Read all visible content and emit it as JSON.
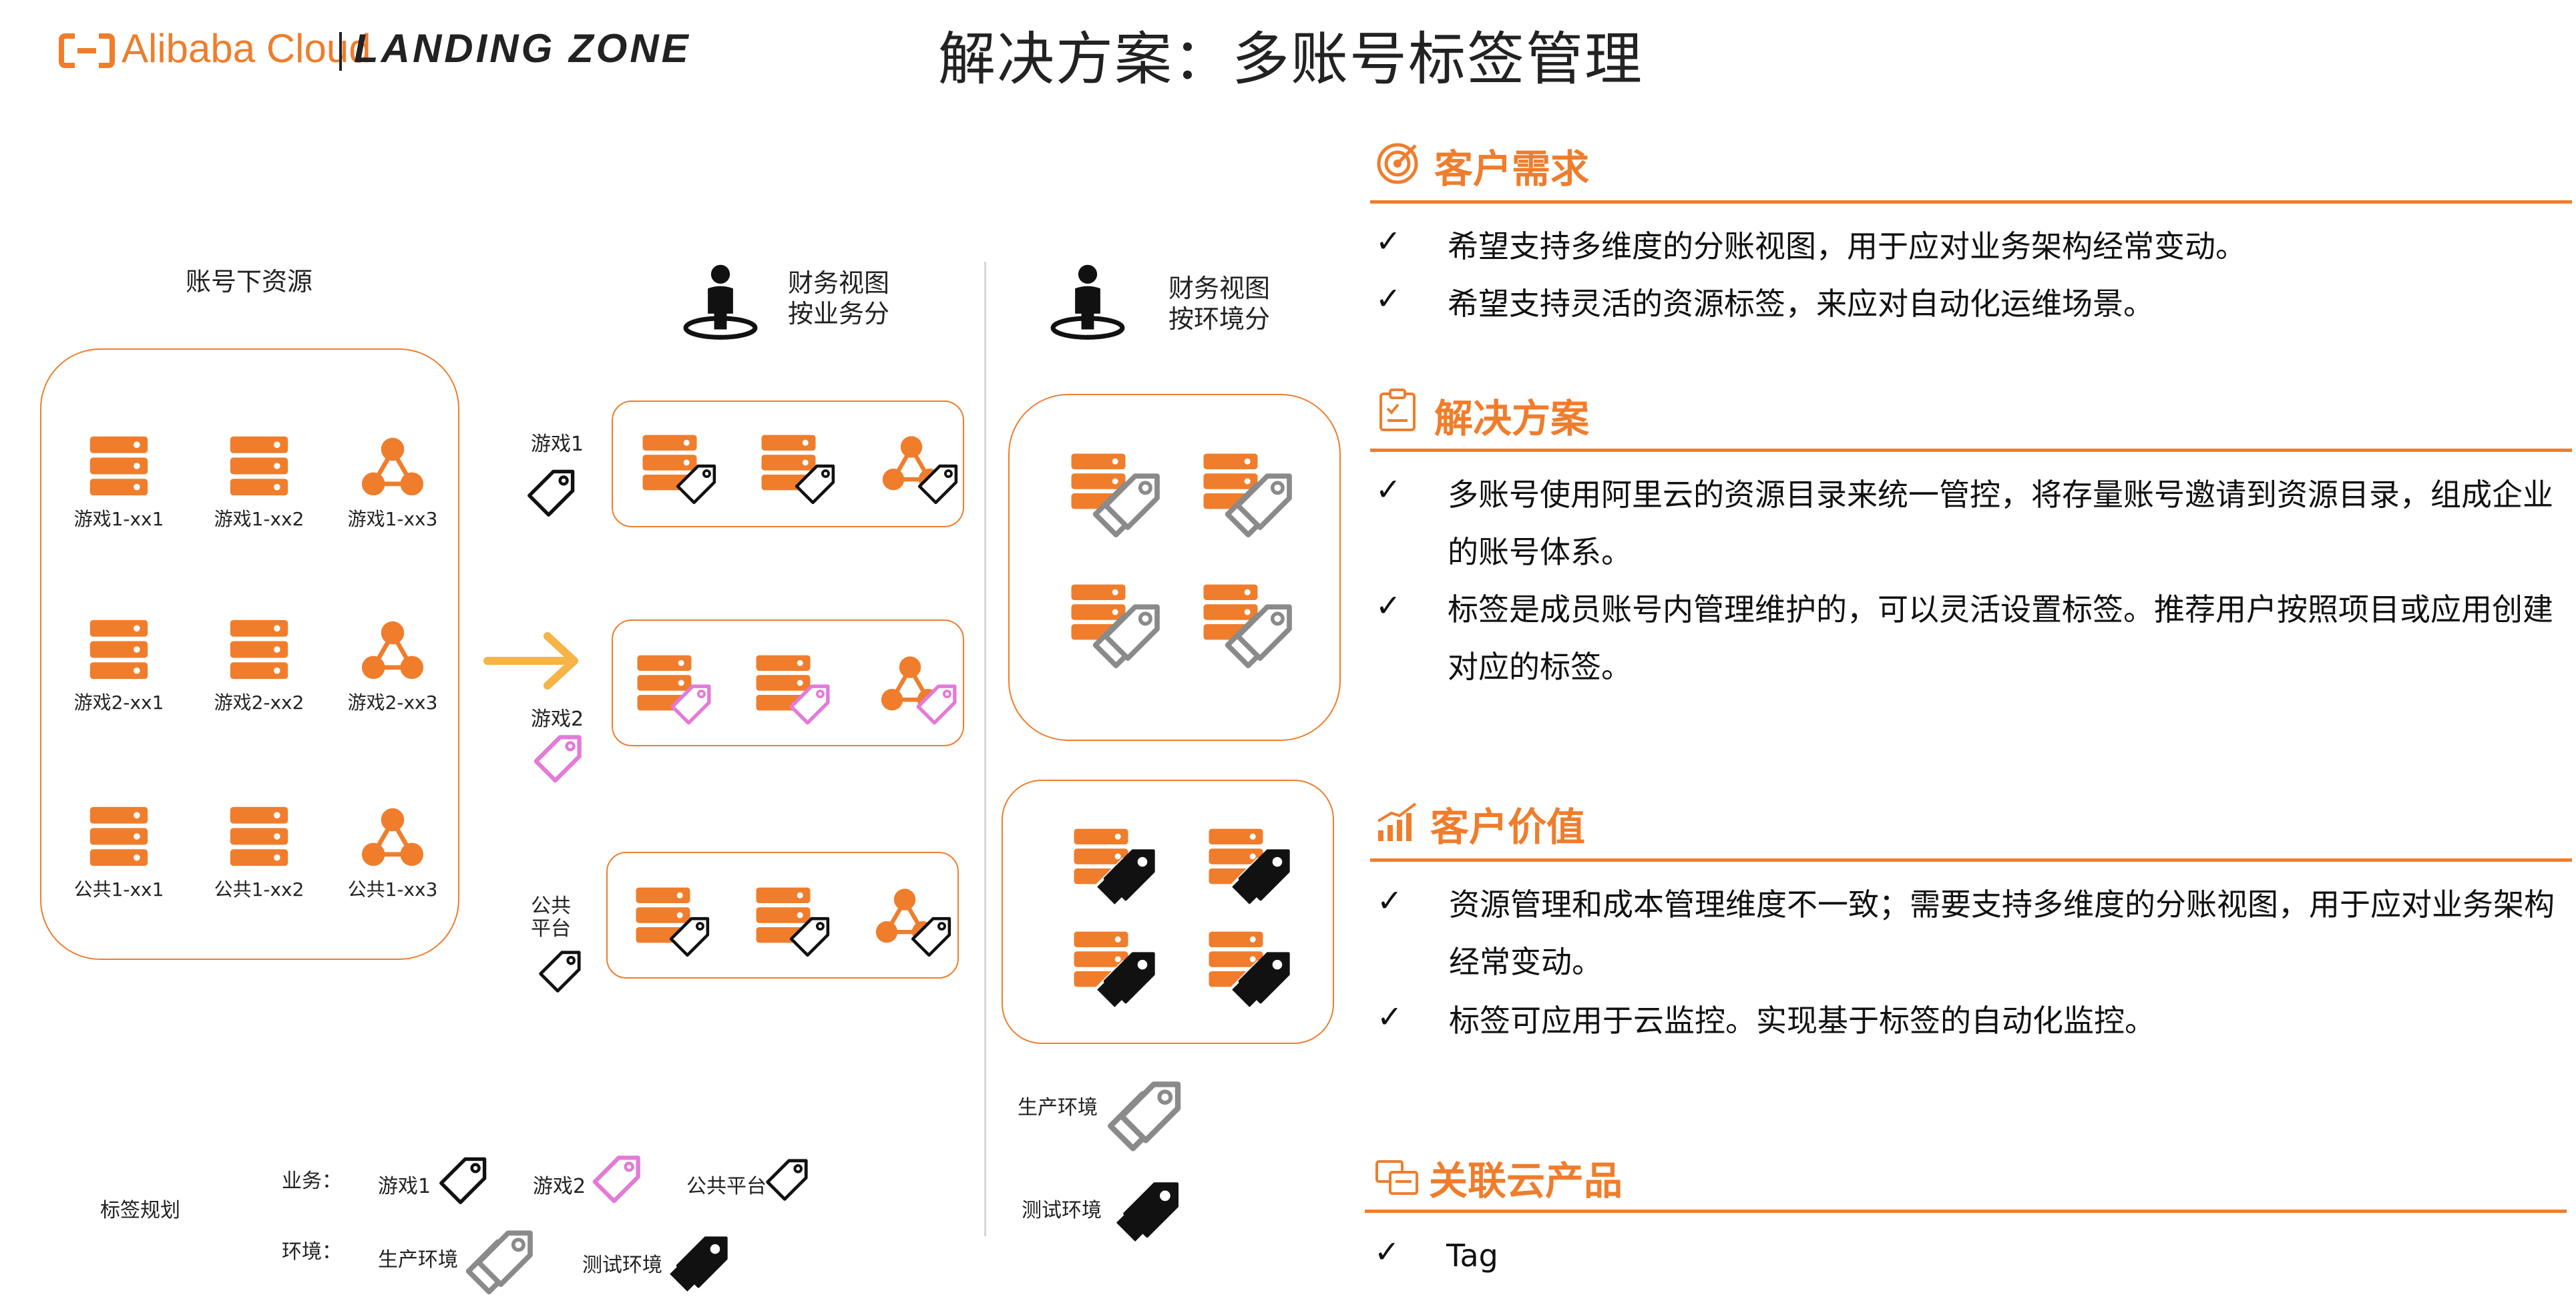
{
  "header": {
    "logo_brand": "Alibaba Cloud",
    "logo_product": "LANDING ZONE",
    "title": "解决方案：多账号标签管理"
  },
  "colors": {
    "accent": "#ef7d2c",
    "tag_pink": "#e37ad8",
    "tag_gray": "#8a8a8a",
    "tag_black": "#111111",
    "arrow": "#f5b445"
  },
  "diagram": {
    "account_resources_title": "账号下资源",
    "accounts": [
      {
        "label": "游戏1-xx1",
        "icon": "server-icon"
      },
      {
        "label": "游戏1-xx2",
        "icon": "server-icon"
      },
      {
        "label": "游戏1-xx3",
        "icon": "network-icon"
      },
      {
        "label": "游戏2-xx1",
        "icon": "server-icon"
      },
      {
        "label": "游戏2-xx2",
        "icon": "server-icon"
      },
      {
        "label": "游戏2-xx3",
        "icon": "network-icon"
      },
      {
        "label": "公共1-xx1",
        "icon": "server-icon"
      },
      {
        "label": "公共1-xx2",
        "icon": "server-icon"
      },
      {
        "label": "公共1-xx3",
        "icon": "network-icon"
      }
    ],
    "finance_by_business": {
      "line1": "财务视图",
      "line2": "按业务分"
    },
    "finance_by_env": {
      "line1": "财务视图",
      "line2": "按环境分"
    },
    "business_groups": [
      {
        "label": "游戏1",
        "tag_icon": "tag-outline-icon"
      },
      {
        "label": "游戏2",
        "tag_icon": "tag-pink-icon"
      },
      {
        "label_line1": "公共",
        "label_line2": "平台",
        "tag_icon": "tag-outline-icon"
      }
    ],
    "env_legend": [
      {
        "label": "生产环境",
        "tag_icon": "tag-gray-icon"
      },
      {
        "label": "测试环境",
        "tag_icon": "tag-black-icon"
      }
    ],
    "tag_plan": {
      "title": "标签规划",
      "business_label": "业务：",
      "business_items": [
        "游戏1",
        "游戏2",
        "公共平台"
      ],
      "env_label": "环境：",
      "env_items": [
        "生产环境",
        "测试环境"
      ]
    }
  },
  "sections": [
    {
      "title": "客户需求",
      "icon": "target-icon",
      "bullets": [
        "希望支持多维度的分账视图，用于应对业务架构经常变动。",
        "希望支持灵活的资源标签，来应对自动化运维场景。"
      ]
    },
    {
      "title": "解决方案",
      "icon": "checklist-icon",
      "bullets": [
        "多账号使用阿里云的资源目录来统一管控，将存量账号邀请到资源目录，组成企业的账号体系。",
        "标签是成员账号内管理维护的，可以灵活设置标签。推荐用户按照项目或应用创建对应的标签。"
      ]
    },
    {
      "title": "客户价值",
      "icon": "bar-chart-icon",
      "bullets": [
        "资源管理和成本管理维度不一致；需要支持多维度的分账视图，用于应对业务架构经常变动。",
        "标签可应用于云监控。实现基于标签的自动化监控。"
      ]
    },
    {
      "title": "关联云产品",
      "icon": "products-icon",
      "bullets": [
        "Tag"
      ]
    }
  ],
  "check_mark": "✓"
}
